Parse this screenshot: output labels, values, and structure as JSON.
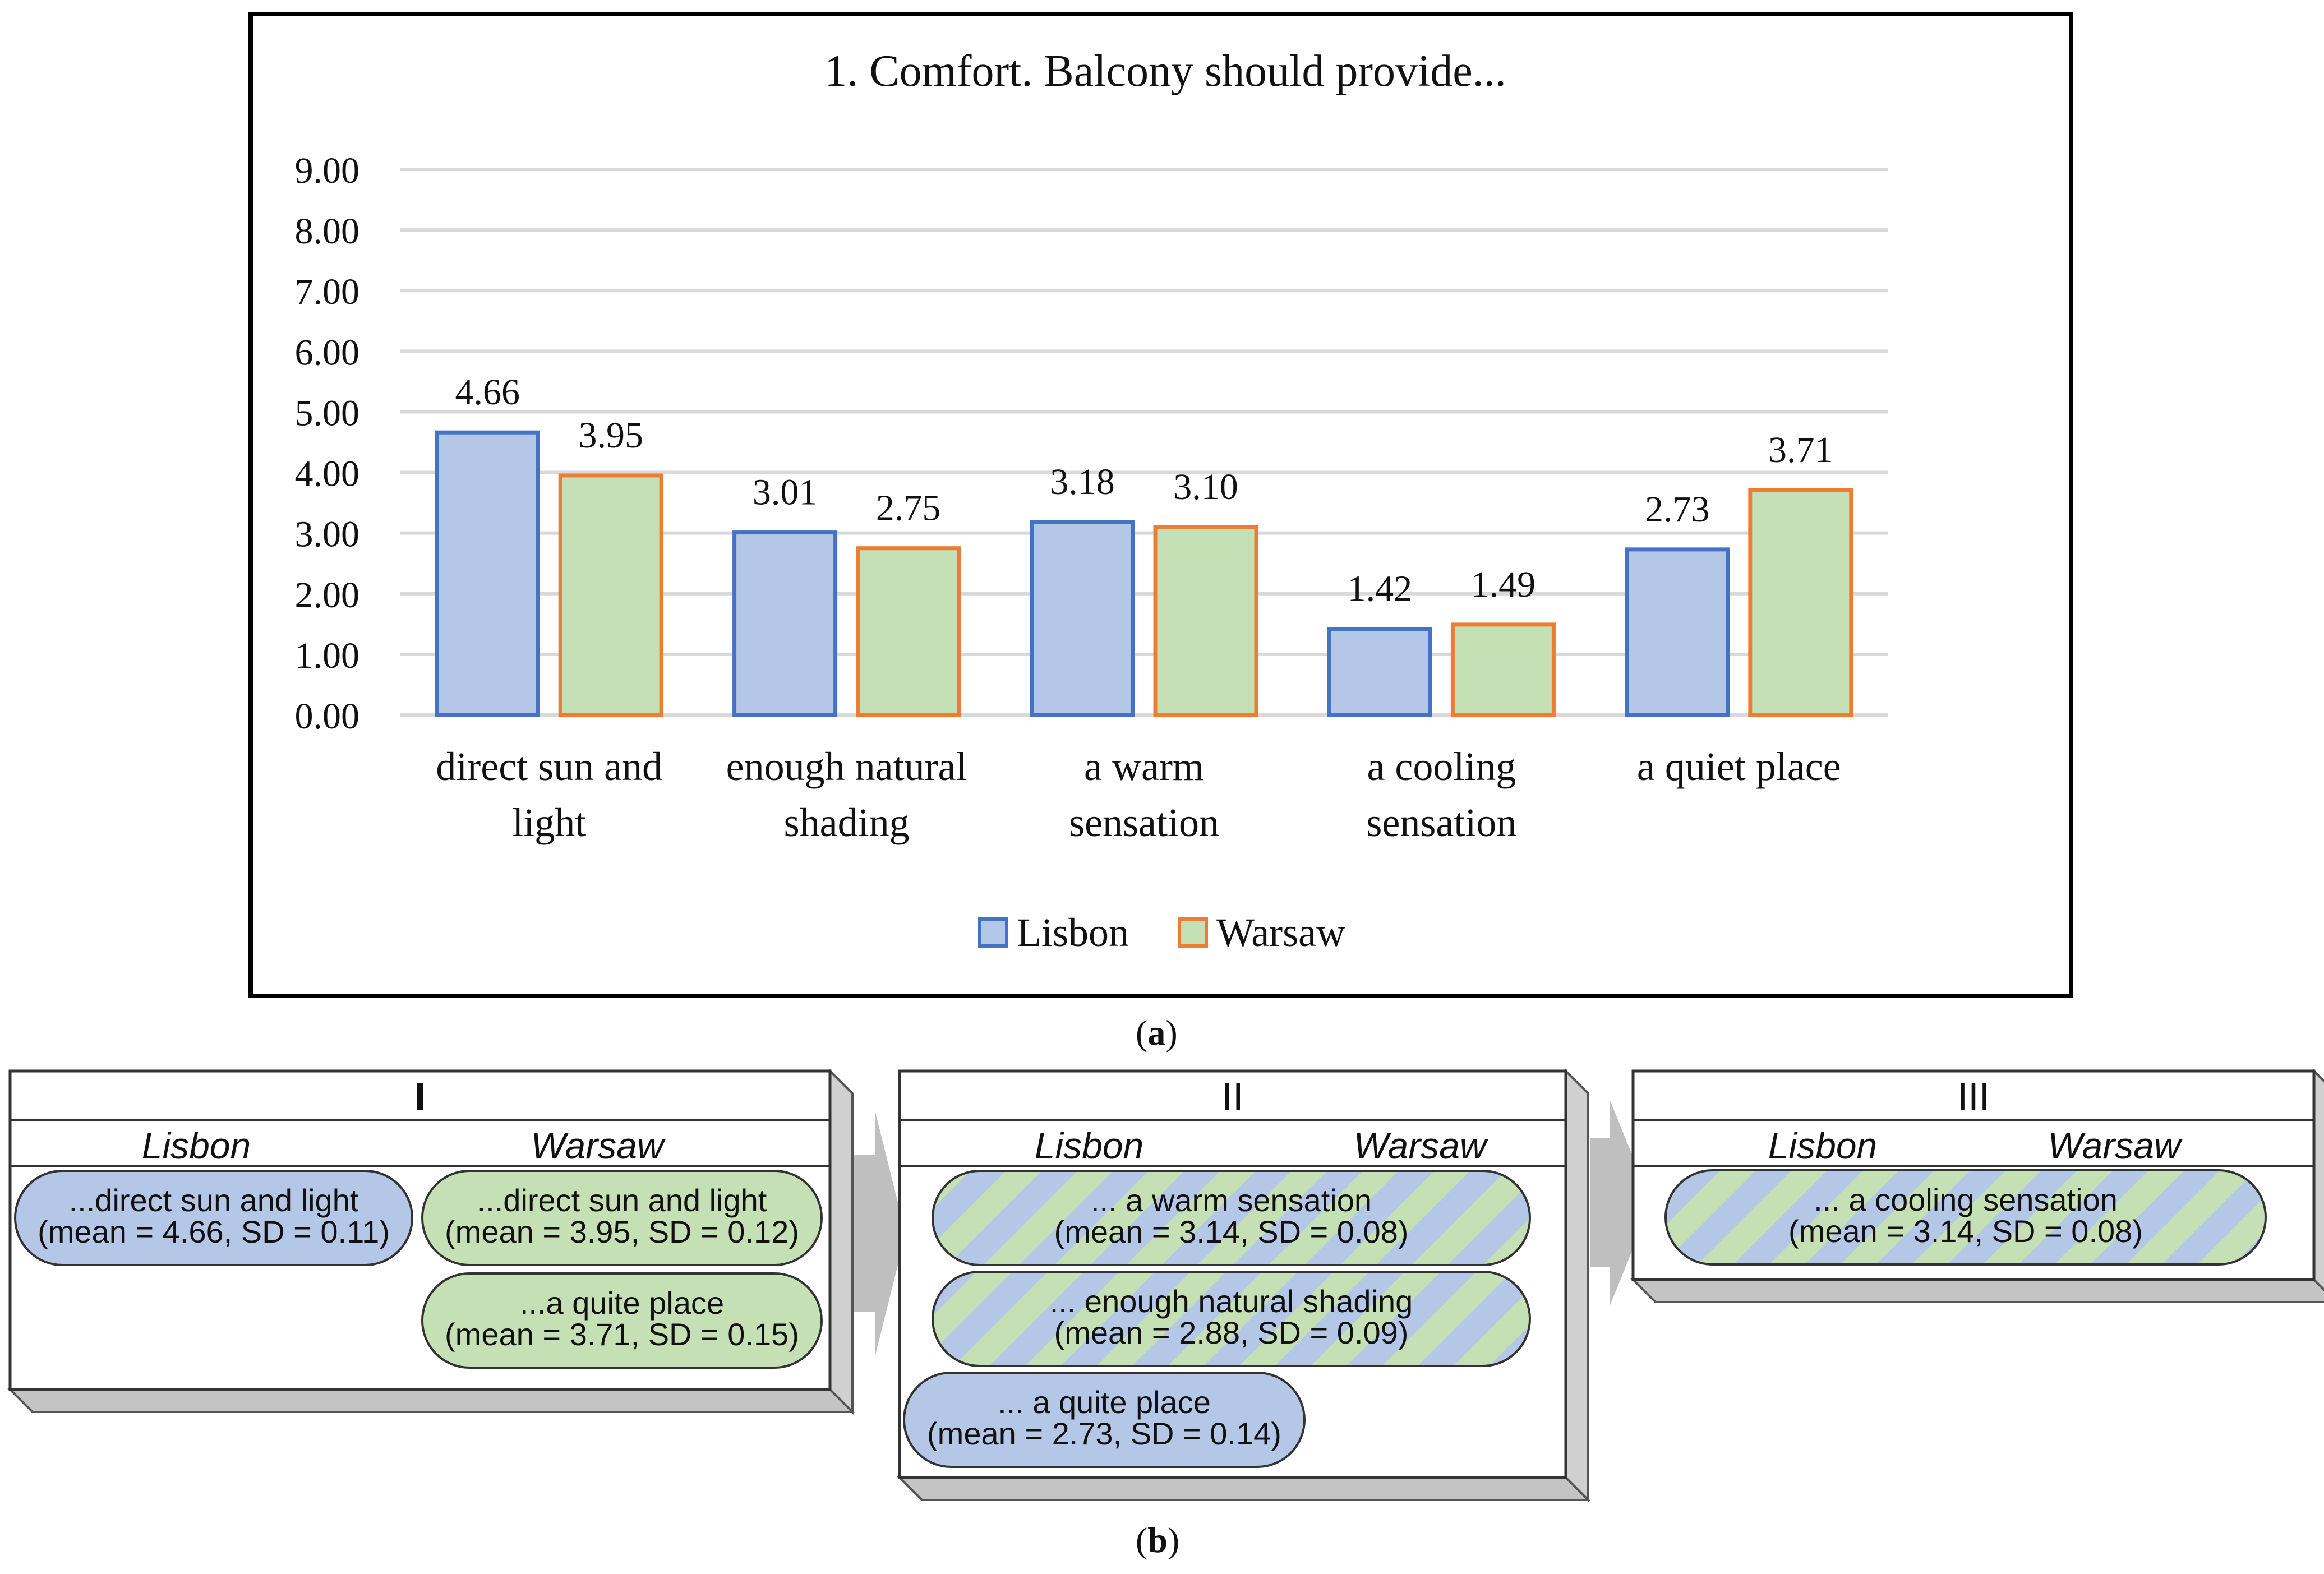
{
  "panel_a": {
    "caption_open": "(",
    "caption_letter": "a",
    "caption_close": ")"
  },
  "chart_data": {
    "type": "bar",
    "title": "1. Comfort. Balcony should provide...",
    "categories": [
      "direct sun and light",
      "enough natural shading",
      "a warm sensation",
      "a cooling sensation",
      "a quiet place"
    ],
    "category_lines": [
      [
        "direct sun and",
        "light"
      ],
      [
        "enough natural",
        "shading"
      ],
      [
        "a warm",
        "sensation"
      ],
      [
        "a cooling",
        "sensation"
      ],
      [
        "a quiet place"
      ]
    ],
    "series": [
      {
        "name": "Lisbon",
        "values": [
          4.66,
          3.01,
          3.18,
          1.42,
          2.73
        ],
        "fill": "#B4C7E7",
        "stroke": "#4472C4"
      },
      {
        "name": "Warsaw",
        "values": [
          3.95,
          2.75,
          3.1,
          1.49,
          3.71
        ],
        "fill": "#C5E0B4",
        "stroke": "#ED7D31"
      }
    ],
    "value_labels": [
      [
        "4.66",
        "3.01",
        "3.18",
        "1.42",
        "2.73"
      ],
      [
        "3.95",
        "2.75",
        "3.10",
        "1.49",
        "3.71"
      ]
    ],
    "yticks": [
      "0.00",
      "1.00",
      "2.00",
      "3.00",
      "4.00",
      "5.00",
      "6.00",
      "7.00",
      "8.00",
      "9.00"
    ],
    "ylim": [
      0,
      9
    ],
    "xlabel": "",
    "ylabel": "",
    "grid": true,
    "legend_position": "bottom"
  },
  "panel_b": {
    "caption_open": "(",
    "caption_letter": "b",
    "caption_close": ")",
    "colors": {
      "lisbon": "#B4C7E7",
      "warsaw": "#C5E0B4"
    },
    "boxes": [
      {
        "title": "I",
        "col_lisbon": "Lisbon",
        "col_warsaw": "Warsaw",
        "pills": [
          {
            "line1": "...direct sun and light",
            "line2": "(mean = 4.66, SD = 0.11)",
            "kind": "lisbon"
          },
          {
            "line1": "...direct sun and light",
            "line2": "(mean = 3.95, SD = 0.12)",
            "kind": "warsaw"
          },
          {
            "line1": "...a quite place",
            "line2": "(mean = 3.71, SD = 0.15)",
            "kind": "warsaw"
          }
        ]
      },
      {
        "title": "II",
        "col_lisbon": "Lisbon",
        "col_warsaw": "Warsaw",
        "pills": [
          {
            "line1": "... a warm sensation",
            "line2": "(mean = 3.14, SD = 0.08)",
            "kind": "both"
          },
          {
            "line1": "... enough natural shading",
            "line2": "(mean = 2.88, SD = 0.09)",
            "kind": "both"
          },
          {
            "line1": "... a quite place",
            "line2": "(mean = 2.73, SD = 0.14)",
            "kind": "lisbon"
          }
        ]
      },
      {
        "title": "III",
        "col_lisbon": "Lisbon",
        "col_warsaw": "Warsaw",
        "pills": [
          {
            "line1": "... a cooling sensation",
            "line2": "(mean = 3.14, SD = 0.08)",
            "kind": "both"
          }
        ]
      }
    ]
  }
}
